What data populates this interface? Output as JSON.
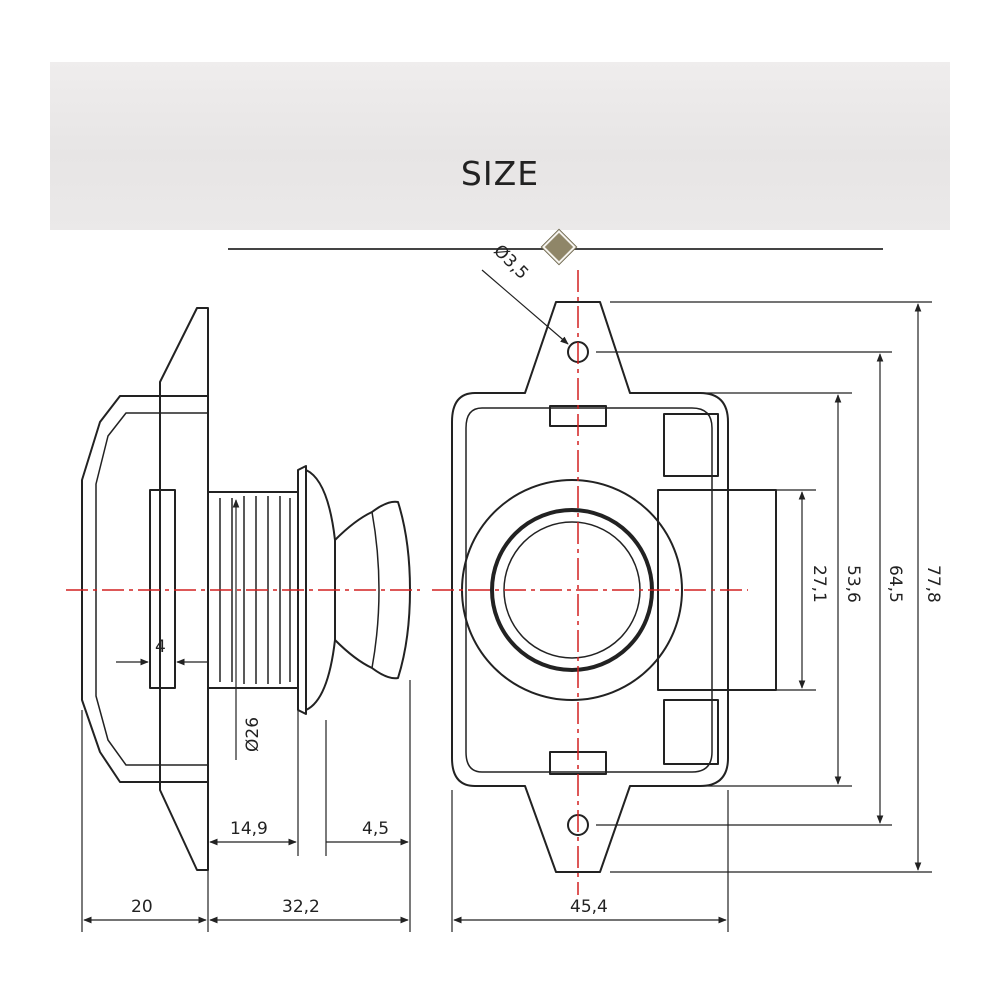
{
  "header": {
    "title": "SIZE"
  },
  "colors": {
    "outline": "#222222",
    "centerline": "#d22020",
    "banner": "#e9e7e7"
  },
  "dimensions": {
    "side_view": {
      "d_3_5": "Ø3,5",
      "d_26": "Ø26",
      "w_4": "4",
      "w_14_9": "14,9",
      "w_4_5": "4,5",
      "w_20": "20",
      "w_32_2": "32,2"
    },
    "front_view": {
      "w_45_4": "45,4",
      "h_27_1": "27,1",
      "h_53_6": "53,6",
      "h_64_5": "64,5",
      "h_77_8": "77,8"
    }
  }
}
